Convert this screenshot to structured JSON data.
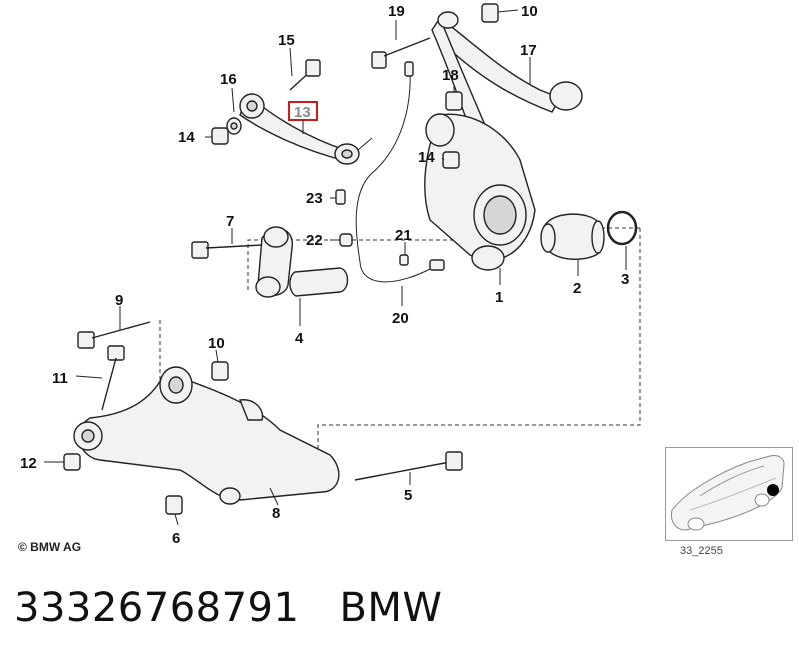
{
  "callouts": {
    "c1": "1",
    "c2": "2",
    "c3": "3",
    "c4": "4",
    "c5": "5",
    "c6": "6",
    "c7": "7",
    "c8": "8",
    "c9": "9",
    "c10a": "10",
    "c10b": "10",
    "c11": "11",
    "c12": "12",
    "c13": "13",
    "c14a": "14",
    "c14b": "14",
    "c15": "15",
    "c16": "16",
    "c17": "17",
    "c18": "18",
    "c19": "19",
    "c20": "20",
    "c21": "21",
    "c22": "22",
    "c23": "23"
  },
  "highlighted_part": "13",
  "highlight_color": "#d11a1a",
  "copyright": "© BMW AG",
  "inset": {
    "diagram_code": "33_2255"
  },
  "caption": {
    "part_number": "33326768791",
    "brand": "BMW"
  }
}
